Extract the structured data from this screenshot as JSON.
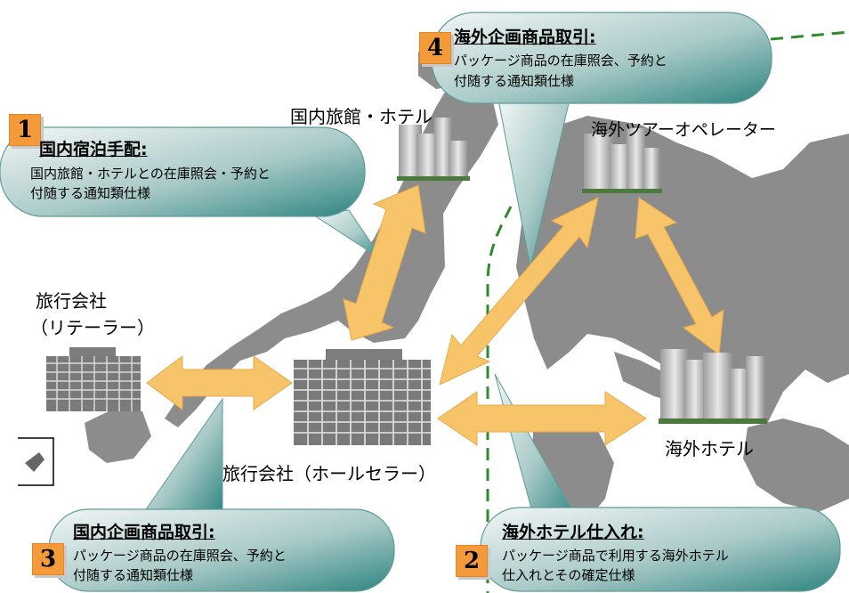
{
  "locations": {
    "domestic_hotel": "国内旅館・ホテル",
    "overseas_operator": "海外ツアーオペレーター",
    "retailer_line1": "旅行会社",
    "retailer_line2": "（リテーラー）",
    "wholesaler": "旅行会社（ホールセラー）",
    "overseas_hotel": "海外ホテル"
  },
  "callouts": [
    {
      "number": "1",
      "title": "国内宿泊手配:",
      "line1": "国内旅館・ホテルとの在庫照会・予約と",
      "line2": "付随する通知類仕様"
    },
    {
      "number": "2",
      "title": "海外ホテル仕入れ:",
      "line1": "パッケージ商品で利用する海外ホテル",
      "line2": "仕入れとその確定仕様"
    },
    {
      "number": "3",
      "title": "国内企画商品取引:",
      "line1": "パッケージ商品の在庫照会、予約と",
      "line2": "付随する通知類仕様"
    },
    {
      "number": "4",
      "title": "海外企画商品取引:",
      "line1": "パッケージ商品の在庫照会、予約と",
      "line2": "付随する通知類仕様"
    }
  ],
  "colors": {
    "map": "#8a8a8a",
    "arrow": "#f8c46a",
    "callout_light": "#eef3f3",
    "callout_dark": "#2f8580",
    "badge": "#f39a3a",
    "border_line": "#2d8a2d"
  }
}
